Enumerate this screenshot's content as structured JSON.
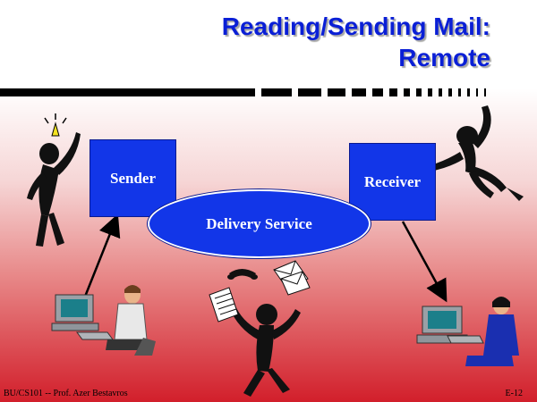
{
  "slide": {
    "title_line1": "Reading/Sending Mail:",
    "title_line2": "Remote",
    "sender_label": "Sender",
    "receiver_label": "Receiver",
    "delivery_label": "Delivery Service",
    "footer_left": "BU/CS101 -- Prof. Azer Bestavros",
    "footer_right": "E-12"
  },
  "colors": {
    "title": "#0a1fd6",
    "box_fill": "#1236e8",
    "background_bottom": "#d21f2b"
  },
  "icons": [
    "person-idea-icon",
    "person-dancing-icon",
    "person-juggling-icon",
    "computer-user-icon",
    "computer-user-icon",
    "mail-envelopes-icon",
    "telephone-icon"
  ]
}
